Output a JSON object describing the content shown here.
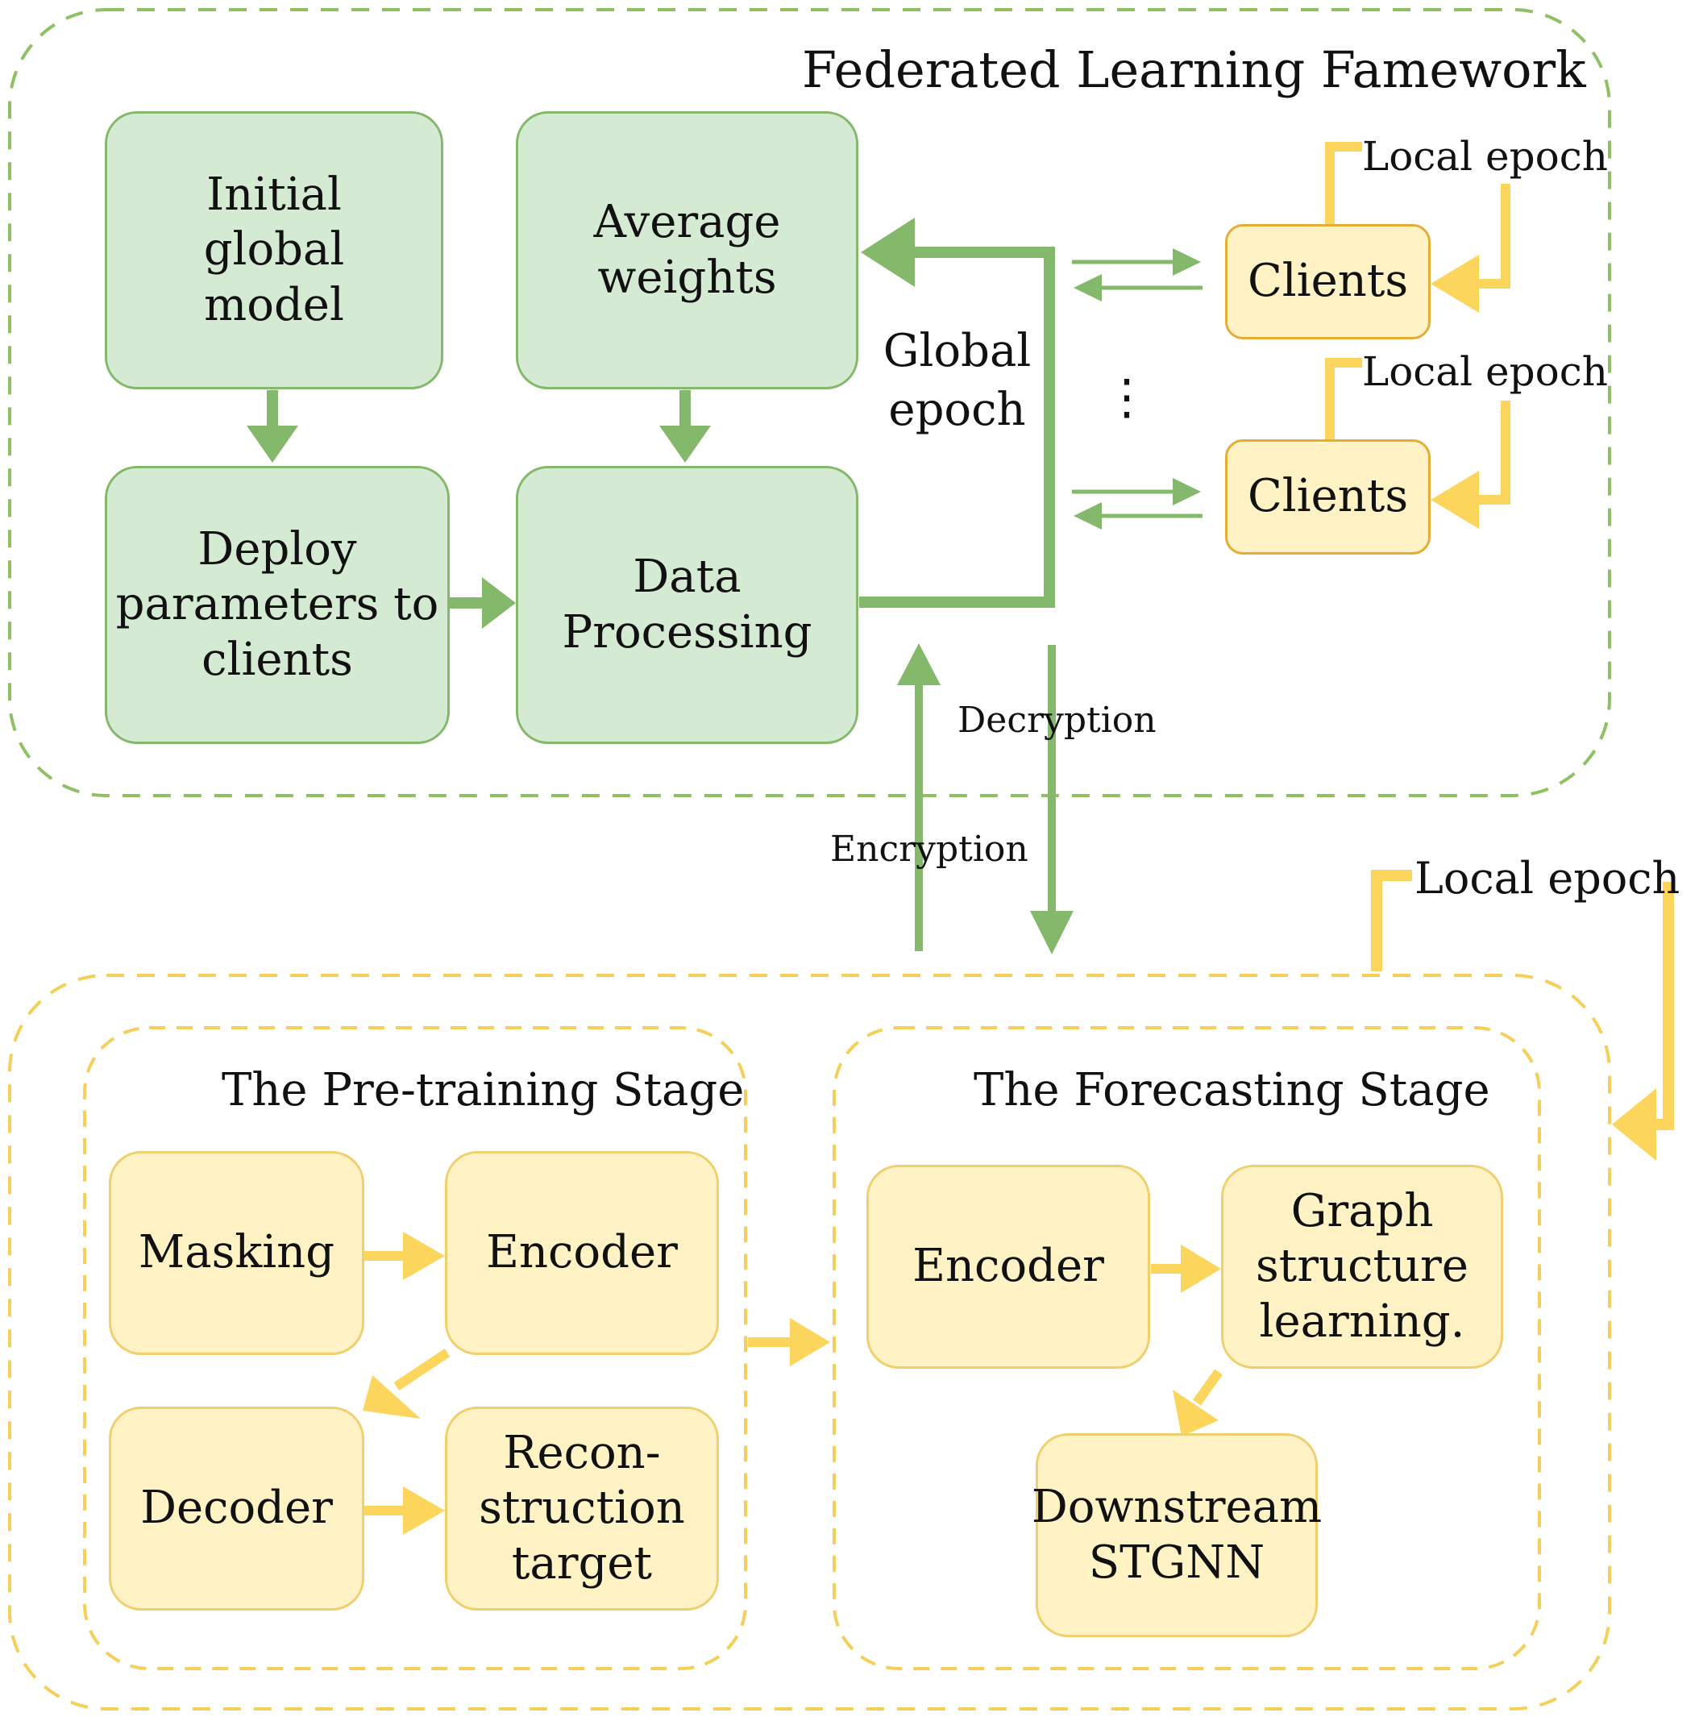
{
  "federated": {
    "title": "Federated Learning Famework",
    "initial_model": "Initial\nglobal\nmodel",
    "average_weights": "Average\nweights",
    "deploy": "Deploy\nparameters to\nclients",
    "data_processing": "Data\nProcessing",
    "global_epoch": "Global\nepoch",
    "clients": [
      "Clients",
      "Clients"
    ],
    "local_epoch_labels": [
      "Local epoch",
      "Local epoch"
    ],
    "ellipsis": "⋮",
    "decryption": "Decryption",
    "encryption": "Encryption"
  },
  "local": {
    "local_epoch": "Local epoch",
    "pretraining": {
      "title": "The Pre-training Stage",
      "masking": "Masking",
      "encoder": "Encoder",
      "decoder": "Decoder",
      "reconstruction": "Recon-\nstruction\ntarget"
    },
    "forecasting": {
      "title": "The Forecasting Stage",
      "encoder": "Encoder",
      "graph": "Graph\nstructure\nlearning.",
      "downstream": "Downstream\nSTGNN"
    }
  },
  "colors": {
    "green_stroke": "#84b86a",
    "green_fill": "#d5ead2",
    "yellow_stroke": "#f0cf6e",
    "yellow_fill": "#fff2c5",
    "yellow_arrow": "#fbd55c"
  }
}
